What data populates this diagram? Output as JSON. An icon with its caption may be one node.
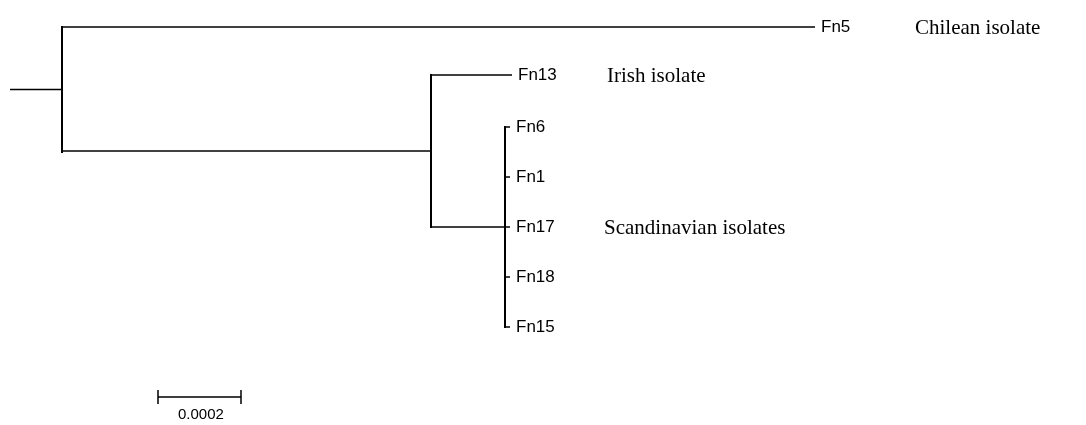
{
  "diagram": {
    "nodes": [
      {
        "text": [],
        "shape": "bar"
      },
      {
        "text": [
          "Fn5"
        ],
        "beside": [
          "Chilean isolate"
        ]
      },
      {
        "text": [],
        "shape": "bar"
      },
      {
        "text": [
          "Fn13"
        ],
        "beside": [
          "Irish isolate"
        ]
      },
      {
        "text": [],
        "shape": "bar"
      },
      {
        "text": [
          "Fn6"
        ]
      },
      {
        "text": [
          "Fn1"
        ]
      },
      {
        "text": [
          "Fn17"
        ],
        "beside": [
          "Scandinavian isolates"
        ]
      },
      {
        "text": [
          "Fn18"
        ]
      },
      {
        "text": [
          "Fn15"
        ]
      }
    ],
    "edges": [
      {
        "from": null,
        "to": 0,
        "arrow": "none"
      },
      {
        "from": 0,
        "to": 1,
        "arrow": "none"
      },
      {
        "from": 0,
        "to": 2,
        "arrow": "none"
      },
      {
        "from": 2,
        "to": 3,
        "arrow": "none"
      },
      {
        "from": 2,
        "to": 4,
        "arrow": "none"
      },
      {
        "from": 4,
        "to": 5,
        "arrow": "none"
      },
      {
        "from": 4,
        "to": 6,
        "arrow": "none"
      },
      {
        "from": 4,
        "to": 7,
        "arrow": "none"
      },
      {
        "from": 4,
        "to": 8,
        "arrow": "none"
      },
      {
        "from": 4,
        "to": 9,
        "arrow": "none"
      }
    ],
    "labels": [
      "0.0002"
    ]
  }
}
